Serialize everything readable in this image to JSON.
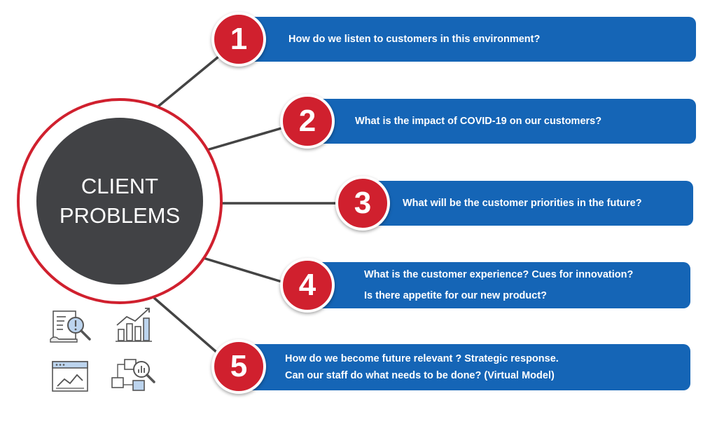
{
  "hub": {
    "line1": "CLIENT",
    "line2": "PROBLEMS"
  },
  "colors": {
    "accent_red": "#d0202e",
    "bar_blue": "#1565b6",
    "hub_gray": "#414245",
    "connector": "#444444",
    "icon_blue": "#bcd4ee"
  },
  "items": [
    {
      "number": "1",
      "lines": [
        "How do we listen to customers in this environment?"
      ]
    },
    {
      "number": "2",
      "lines": [
        "What is the impact of COVID-19 on our customers?"
      ]
    },
    {
      "number": "3",
      "lines": [
        "What will be the customer priorities in the future?"
      ]
    },
    {
      "number": "4",
      "lines": [
        "What is the customer experience? Cues for innovation?",
        "Is there appetite for our new product?"
      ]
    },
    {
      "number": "5",
      "lines": [
        "How do we become future relevant ? Strategic response.",
        "Can our staff do what needs to be done? (Virtual Model)"
      ]
    }
  ],
  "icons": [
    "document-warning-search-icon",
    "bar-chart-trend-icon",
    "browser-line-chart-icon",
    "flowchart-search-icon"
  ]
}
